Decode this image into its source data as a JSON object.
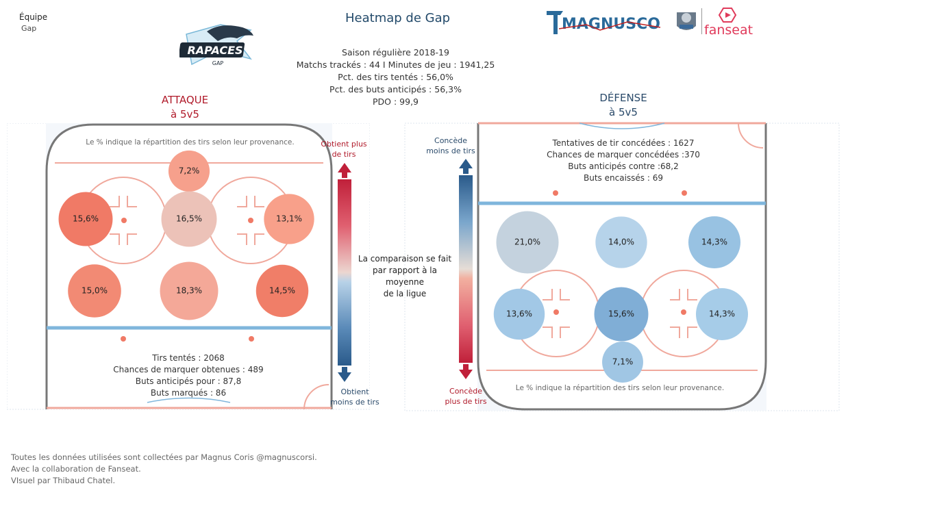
{
  "header": {
    "team_label": "Équipe",
    "team_value": "Gap",
    "title": "Heatmap de Gap",
    "logo_text": "RAPACES",
    "logo_sub": "GAP",
    "brand_magnus": "MAGNUSCORSI",
    "brand_fanseat": "fanseat"
  },
  "season_stats": {
    "line1": "Saison régulière 2018-19",
    "line2": "Matchs trackés : 44 I Minutes de jeu : 1941,25",
    "line3": "Pct. des tirs tentés : 56,0%",
    "line4": "Pct. des buts anticipés : 56,3%",
    "line5": "PDO : 99,9"
  },
  "attack": {
    "title_line1": "ATTAQUE",
    "title_line2": "à 5v5",
    "note": "Le % indique la répartition des tirs selon leur provenance.",
    "legend_top": "Obtient plus\nde tirs",
    "legend_bottom": "Obtient\nmoins de tirs",
    "stats": {
      "line1": "Tirs tentés : 2068",
      "line2": "Chances de marquer obtenues : 489",
      "line3": "Buts anticipés pour : 87,8",
      "line4": "Buts marqués : 86"
    }
  },
  "defense": {
    "title_line1": "DÉFENSE",
    "title_line2": "à 5v5",
    "note": "Le % indique la répartition des tirs selon leur provenance.",
    "legend_top": "Concède\nmoins de tirs",
    "legend_bottom": "Concède\nplus de tirs",
    "stats": {
      "line1": "Tentatives de tir concédées : 1627",
      "line2": "Chances de marquer concédées :370",
      "line3": "Buts anticipés contre :68,2",
      "line4": "Buts encaissés : 69"
    }
  },
  "legend_middle": "La comparaison se fait\npar rapport à la moyenne\nde la ligue",
  "footer": {
    "line1": "Toutes les données utilisées sont collectées par Magnus Coris @magnuscorsi.",
    "line2": "Avec la collaboration de Fanseat.",
    "line3": "VIsuel par Thibaud Chatel."
  },
  "colors": {
    "attack_title": "#b01a2a",
    "defense_title": "#2a4a6a",
    "rink_border": "#777777",
    "blue_line": "#7fb6dc",
    "red_line": "#f0a89c"
  },
  "chart_data": [
    {
      "type": "heatmap",
      "title": "ATTAQUE à 5v5",
      "unit": "%",
      "zones": [
        {
          "label": "7,2%",
          "value": 7.2,
          "color": "#f6a08c"
        },
        {
          "label": "15,6%",
          "value": 15.6,
          "color": "#f07a66"
        },
        {
          "label": "16,5%",
          "value": 16.5,
          "color": "#ecc2b8"
        },
        {
          "label": "13,1%",
          "value": 13.1,
          "color": "#f8a08a"
        },
        {
          "label": "15,0%",
          "value": 15.0,
          "color": "#f28a74"
        },
        {
          "label": "18,3%",
          "value": 18.3,
          "color": "#f4a898"
        },
        {
          "label": "14,5%",
          "value": 14.5,
          "color": "#f07e68"
        }
      ]
    },
    {
      "type": "heatmap",
      "title": "DÉFENSE à 5v5",
      "unit": "%",
      "zones": [
        {
          "label": "14,0%",
          "value": 14.0,
          "color": "#b6d3ea"
        },
        {
          "label": "21,0%",
          "value": 21.0,
          "color": "#c4d2de"
        },
        {
          "label": "14,3%",
          "value": 14.3,
          "color": "#98c2e2"
        },
        {
          "label": "13,6%",
          "value": 13.6,
          "color": "#a2c8e6"
        },
        {
          "label": "15,6%",
          "value": 15.6,
          "color": "#80aed6"
        },
        {
          "label": "14,3%",
          "value": 14.3,
          "color": "#a6cce8"
        },
        {
          "label": "7,1%",
          "value": 7.1,
          "color": "#a0c6e4"
        }
      ]
    }
  ]
}
